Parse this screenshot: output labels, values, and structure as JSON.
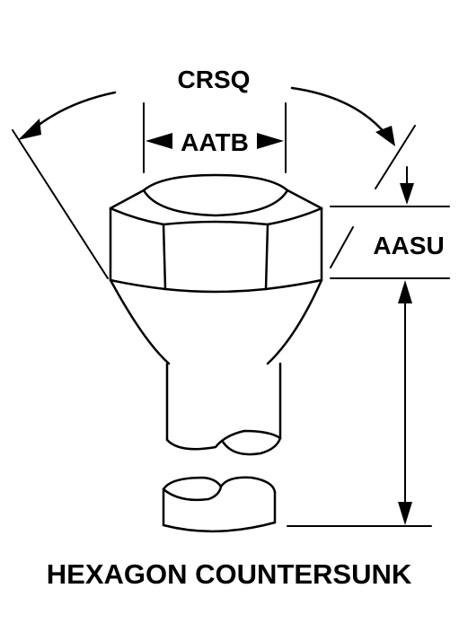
{
  "labels": {
    "angle": "CRSQ",
    "width_across_flats": "AATB",
    "head_height": "AASU",
    "caption": "HEXAGON COUNTERSUNK"
  }
}
